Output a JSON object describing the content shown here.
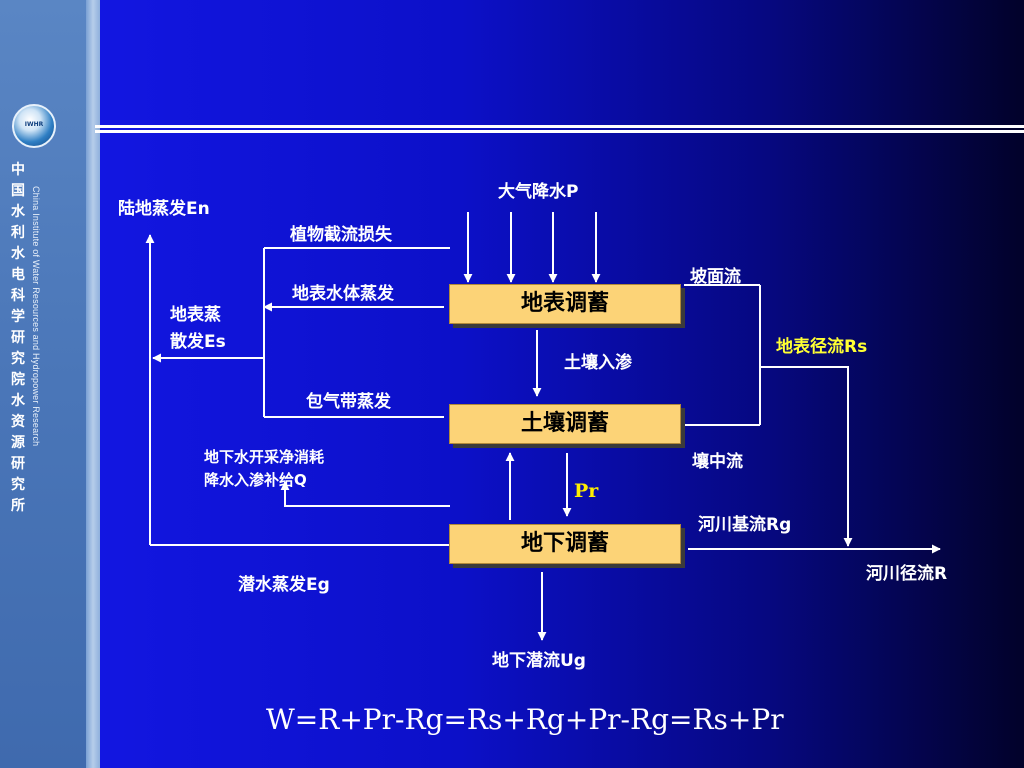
{
  "sidebar": {
    "logo_text": "IWHR",
    "org_name_cn": [
      "中",
      "国",
      "水",
      "利",
      "水",
      "电",
      "科",
      "学",
      "研",
      "究",
      "院",
      "水",
      "资",
      "源",
      "研",
      "究",
      "所"
    ],
    "org_name_en": "China Institute of Water Resources and Hydropower Research"
  },
  "diagram": {
    "nodes": {
      "surface_storage": "地表调蓄",
      "soil_storage": "土壤调蓄",
      "groundwater_storage": "地下调蓄"
    },
    "labels": {
      "precipitation": "大气降水P",
      "land_evaporation": "陆地蒸发En",
      "interception_loss": "植物截流损失",
      "surface_water_evaporation": "地表水体蒸发",
      "surface_evapotranspiration_line1": "地表蒸",
      "surface_evapotranspiration_line2": "散发Es",
      "vadose_zone_evaporation": "包气带蒸发",
      "slope_flow": "坡面流",
      "surface_runoff": "地表径流Rs",
      "soil_infiltration": "土壤入渗",
      "interflow": "壤中流",
      "groundwater_consumption": "地下水开采净消耗",
      "precip_recharge": "降水入渗补给Q",
      "pr": "Pr",
      "river_baseflow": "河川基流Rg",
      "river_runoff": "河川径流R",
      "phreatic_evaporation": "潜水蒸发Eg",
      "underground_flow": "地下潜流Ug"
    },
    "formula": "W=R+Pr-Rg=Rs+Rg+Pr-Rg=Rs+Pr"
  },
  "colors": {
    "box_fill": "#fcd377",
    "line": "#ffffff",
    "highlight_text": "#ffff33"
  }
}
